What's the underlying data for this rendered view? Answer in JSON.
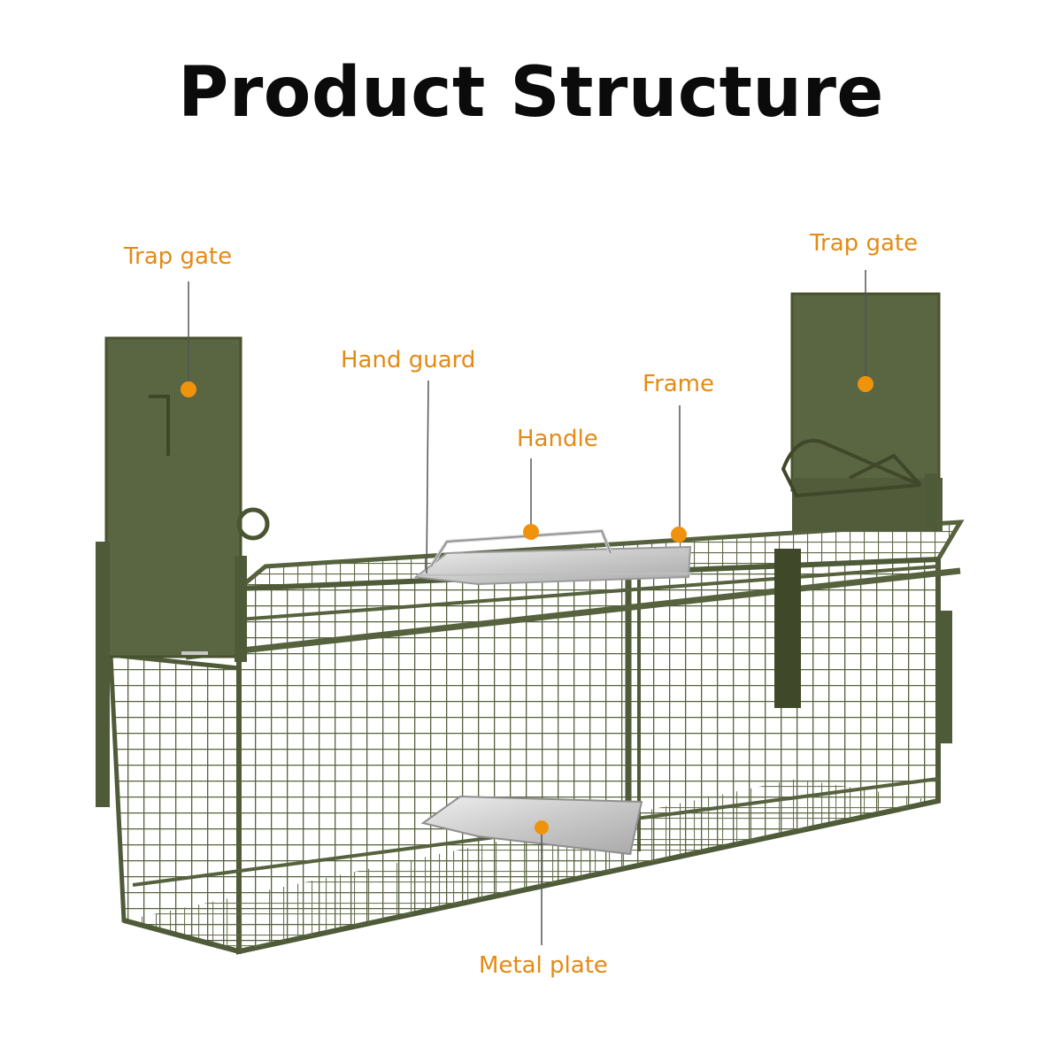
{
  "title": "Product Structure",
  "accent_color": "#f0930c",
  "trap_color": "#5a6542",
  "callouts": {
    "trap_gate_left": "Trap gate",
    "trap_gate_right": "Trap gate",
    "hand_guard": "Hand guard",
    "handle": "Handle",
    "frame": "Frame",
    "metal_plate": "Metal plate"
  }
}
